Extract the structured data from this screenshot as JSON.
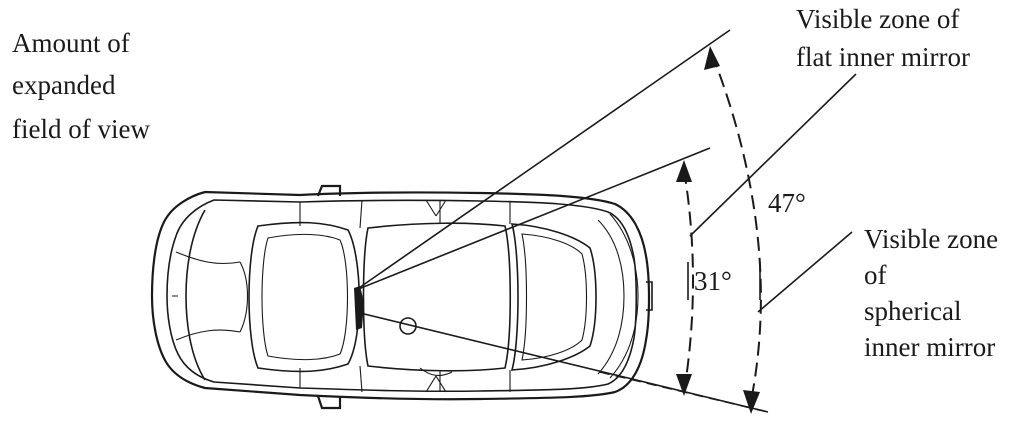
{
  "labels": {
    "expanded_line1": "Amount of",
    "expanded_line2": "expanded",
    "expanded_line3": "field of view",
    "flat_line1": "Visible zone of",
    "flat_line2": "flat inner mirror",
    "spherical_line1": "Visible zone",
    "spherical_line2": "of",
    "spherical_line3": "spherical",
    "spherical_line4": "inner mirror",
    "angle_flat": "31°",
    "angle_spherical": "47°"
  },
  "colors": {
    "ink": "#1a1a1a",
    "background": "#ffffff"
  }
}
